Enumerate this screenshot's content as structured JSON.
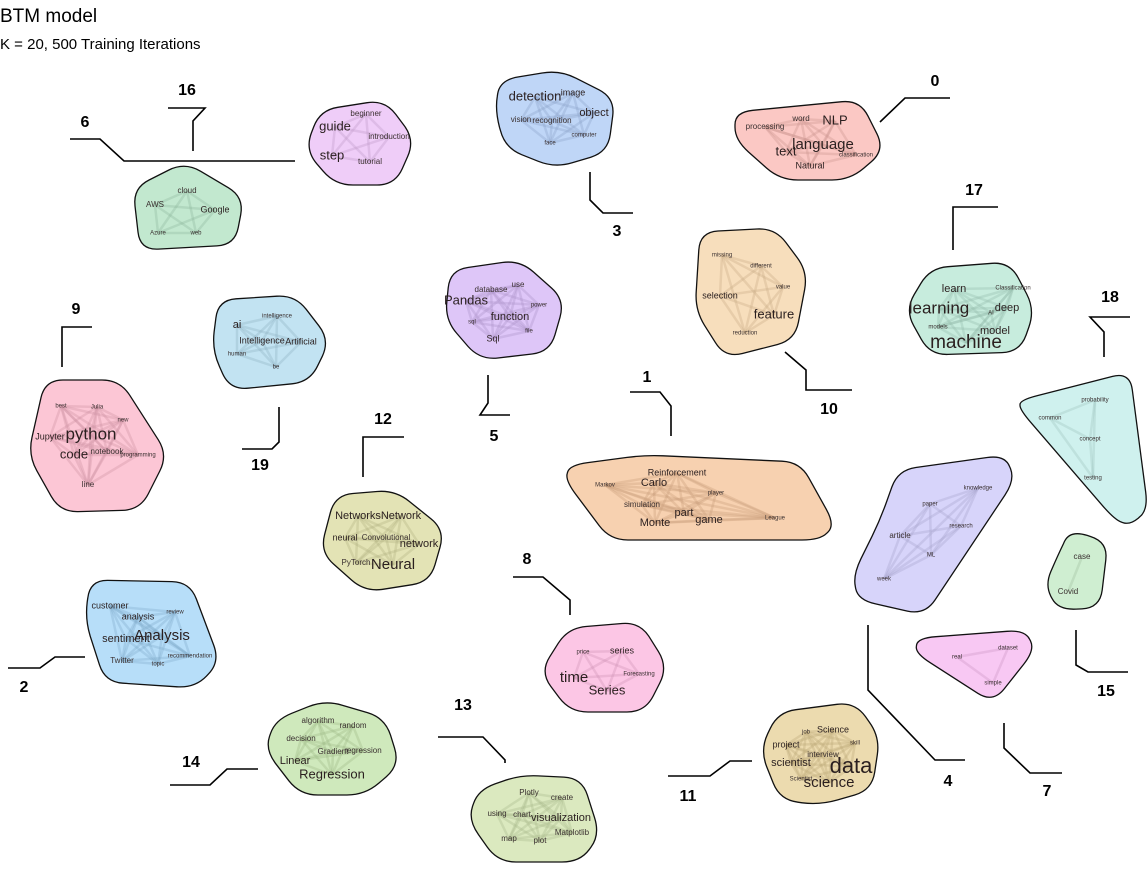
{
  "chart_data": {
    "type": "topic-map",
    "title": "BTM model",
    "subtitle": "K = 20, 500 Training Iterations",
    "topics": [
      {
        "id": "0",
        "color": "#f9b5b0",
        "terms": [
          {
            "t": "language",
            "w": 6
          },
          {
            "t": "NLP",
            "w": 5
          },
          {
            "t": "text",
            "w": 5
          },
          {
            "t": "Natural",
            "w": 3
          },
          {
            "t": "word",
            "w": 2
          },
          {
            "t": "processing",
            "w": 2
          },
          {
            "t": "classification",
            "w": 1
          }
        ]
      },
      {
        "id": "1",
        "color": "#f4c195",
        "terms": [
          {
            "t": "Carlo",
            "w": 4
          },
          {
            "t": "Reinforcement",
            "w": 3
          },
          {
            "t": "Monte",
            "w": 4
          },
          {
            "t": "part",
            "w": 4
          },
          {
            "t": "game",
            "w": 4
          },
          {
            "t": "simulation",
            "w": 2
          },
          {
            "t": "player",
            "w": 1
          },
          {
            "t": "Markov",
            "w": 1
          },
          {
            "t": "League",
            "w": 1
          }
        ]
      },
      {
        "id": "2",
        "color": "#9fd3f7",
        "terms": [
          {
            "t": "Analysis",
            "w": 6
          },
          {
            "t": "sentiment",
            "w": 4
          },
          {
            "t": "customer",
            "w": 3
          },
          {
            "t": "analysis",
            "w": 3
          },
          {
            "t": "Twitter",
            "w": 2
          },
          {
            "t": "review",
            "w": 1
          },
          {
            "t": "recommendation",
            "w": 1
          },
          {
            "t": "topic",
            "w": 1
          }
        ]
      },
      {
        "id": "3",
        "color": "#a9c8f4",
        "terms": [
          {
            "t": "detection",
            "w": 5
          },
          {
            "t": "object",
            "w": 4
          },
          {
            "t": "image",
            "w": 3
          },
          {
            "t": "vision",
            "w": 2
          },
          {
            "t": "recognition",
            "w": 2
          },
          {
            "t": "computer",
            "w": 1
          },
          {
            "t": "face",
            "w": 1
          }
        ]
      },
      {
        "id": "4",
        "color": "#c9c5f8",
        "terms": [
          {
            "t": "article",
            "w": 2
          },
          {
            "t": "paper",
            "w": 1
          },
          {
            "t": "knowledge",
            "w": 1
          },
          {
            "t": "research",
            "w": 1
          },
          {
            "t": "ML",
            "w": 1
          },
          {
            "t": "week",
            "w": 1
          }
        ]
      },
      {
        "id": "5",
        "color": "#d3b3f5",
        "terms": [
          {
            "t": "Pandas",
            "w": 5
          },
          {
            "t": "function",
            "w": 4
          },
          {
            "t": "Sql",
            "w": 3
          },
          {
            "t": "database",
            "w": 2
          },
          {
            "t": "use",
            "w": 2
          },
          {
            "t": "power",
            "w": 1
          },
          {
            "t": "sql",
            "w": 1
          },
          {
            "t": "file",
            "w": 1
          }
        ]
      },
      {
        "id": "6",
        "color": "#aee0bf",
        "terms": [
          {
            "t": "Google",
            "w": 3
          },
          {
            "t": "AWS",
            "w": 2
          },
          {
            "t": "cloud",
            "w": 2
          },
          {
            "t": "Azure",
            "w": 1
          },
          {
            "t": "web",
            "w": 1
          }
        ]
      },
      {
        "id": "7",
        "color": "#f6b5ef",
        "terms": [
          {
            "t": "real",
            "w": 1
          },
          {
            "t": "dataset",
            "w": 1
          },
          {
            "t": "simple",
            "w": 1
          }
        ]
      },
      {
        "id": "8",
        "color": "#fbb3dc",
        "terms": [
          {
            "t": "time",
            "w": 6
          },
          {
            "t": "Series",
            "w": 5
          },
          {
            "t": "series",
            "w": 3
          },
          {
            "t": "price",
            "w": 1
          },
          {
            "t": "Forecasting",
            "w": 1
          }
        ]
      },
      {
        "id": "9",
        "color": "#fbb3c7",
        "terms": [
          {
            "t": "python",
            "w": 7
          },
          {
            "t": "code",
            "w": 5
          },
          {
            "t": "Jupyter",
            "w": 3
          },
          {
            "t": "notebook",
            "w": 2
          },
          {
            "t": "line",
            "w": 2
          },
          {
            "t": "Julia",
            "w": 1
          },
          {
            "t": "best",
            "w": 1
          },
          {
            "t": "new",
            "w": 1
          },
          {
            "t": "programming",
            "w": 1
          }
        ]
      },
      {
        "id": "10",
        "color": "#f4d3a6",
        "terms": [
          {
            "t": "feature",
            "w": 5
          },
          {
            "t": "selection",
            "w": 3
          },
          {
            "t": "value",
            "w": 1
          },
          {
            "t": "different",
            "w": 1
          },
          {
            "t": "missing",
            "w": 1
          },
          {
            "t": "reduction",
            "w": 1
          }
        ]
      },
      {
        "id": "11",
        "color": "#e5cf94",
        "terms": [
          {
            "t": "data",
            "w": 9
          },
          {
            "t": "science",
            "w": 6
          },
          {
            "t": "scientist",
            "w": 4
          },
          {
            "t": "Science",
            "w": 3
          },
          {
            "t": "project",
            "w": 3
          },
          {
            "t": "interview",
            "w": 2
          },
          {
            "t": "skill",
            "w": 1
          },
          {
            "t": "Scientist",
            "w": 1
          },
          {
            "t": "job",
            "w": 1
          }
        ]
      },
      {
        "id": "12",
        "color": "#dad99c",
        "terms": [
          {
            "t": "Neural",
            "w": 6
          },
          {
            "t": "Network",
            "w": 4
          },
          {
            "t": "Networks",
            "w": 4
          },
          {
            "t": "network",
            "w": 4
          },
          {
            "t": "neural",
            "w": 3
          },
          {
            "t": "Convolutional",
            "w": 2
          },
          {
            "t": "PyTorch",
            "w": 2
          }
        ]
      },
      {
        "id": "13",
        "color": "#cfe2a9",
        "terms": [
          {
            "t": "visualization",
            "w": 4
          },
          {
            "t": "Plotly",
            "w": 2
          },
          {
            "t": "create",
            "w": 2
          },
          {
            "t": "chart",
            "w": 2
          },
          {
            "t": "using",
            "w": 2
          },
          {
            "t": "Matplotlib",
            "w": 2
          },
          {
            "t": "plot",
            "w": 2
          },
          {
            "t": "map",
            "w": 2
          }
        ]
      },
      {
        "id": "14",
        "color": "#bfe2a5",
        "terms": [
          {
            "t": "Regression",
            "w": 5
          },
          {
            "t": "Linear",
            "w": 4
          },
          {
            "t": "algorithm",
            "w": 2
          },
          {
            "t": "random",
            "w": 2
          },
          {
            "t": "decision",
            "w": 2
          },
          {
            "t": "Gradient",
            "w": 2
          },
          {
            "t": "regression",
            "w": 2
          }
        ]
      },
      {
        "id": "15",
        "color": "#bfe8c1",
        "terms": [
          {
            "t": "case",
            "w": 2
          },
          {
            "t": "Covid",
            "w": 2
          }
        ]
      },
      {
        "id": "16",
        "color": "#eabcf5",
        "terms": [
          {
            "t": "guide",
            "w": 5
          },
          {
            "t": "step",
            "w": 5
          },
          {
            "t": "beginner",
            "w": 2
          },
          {
            "t": "introduction",
            "w": 2
          },
          {
            "t": "tutorial",
            "w": 2
          }
        ]
      },
      {
        "id": "17",
        "color": "#b4e6d1",
        "terms": [
          {
            "t": "machine",
            "w": 8
          },
          {
            "t": "learning",
            "w": 7
          },
          {
            "t": "learn",
            "w": 4
          },
          {
            "t": "deep",
            "w": 4
          },
          {
            "t": "model",
            "w": 4
          },
          {
            "t": "Classification",
            "w": 1
          },
          {
            "t": "AI",
            "w": 1
          },
          {
            "t": "models",
            "w": 1
          }
        ]
      },
      {
        "id": "18",
        "color": "#bfece8",
        "terms": [
          {
            "t": "probability",
            "w": 1
          },
          {
            "t": "common",
            "w": 1
          },
          {
            "t": "concept",
            "w": 1
          },
          {
            "t": "testing",
            "w": 1
          }
        ]
      },
      {
        "id": "19",
        "color": "#addaee",
        "terms": [
          {
            "t": "ai",
            "w": 4
          },
          {
            "t": "Intelligence",
            "w": 3
          },
          {
            "t": "Artificial",
            "w": 3
          },
          {
            "t": "intelligence",
            "w": 1
          },
          {
            "t": "human",
            "w": 1
          },
          {
            "t": "be",
            "w": 1
          }
        ]
      }
    ]
  }
}
